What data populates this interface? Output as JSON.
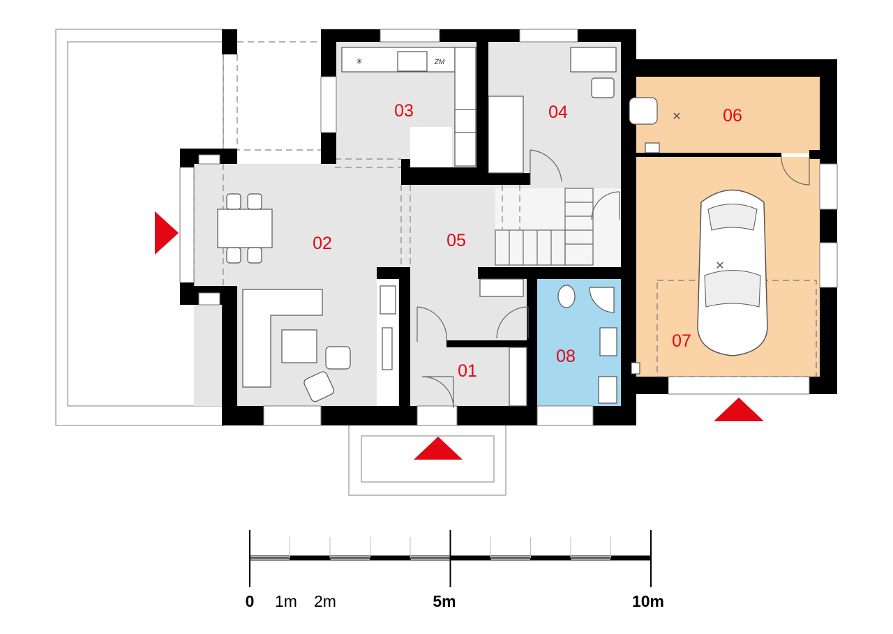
{
  "rooms": [
    {
      "id": "01",
      "label": "01"
    },
    {
      "id": "02",
      "label": "02"
    },
    {
      "id": "03",
      "label": "03"
    },
    {
      "id": "04",
      "label": "04"
    },
    {
      "id": "05",
      "label": "05"
    },
    {
      "id": "06",
      "label": "06"
    },
    {
      "id": "07",
      "label": "07"
    },
    {
      "id": "08",
      "label": "08"
    }
  ],
  "appliance_label": "ZM",
  "colors": {
    "wall": "#000000",
    "floor": "#e6e6e6",
    "utility": "#f8d2a4",
    "garage": "#fad3a6",
    "bathroom": "#a6d8f0",
    "entrance_marker": "#e30613"
  },
  "scale_bar": {
    "labels": [
      "0",
      "1m",
      "2m",
      "5m",
      "10m"
    ]
  }
}
